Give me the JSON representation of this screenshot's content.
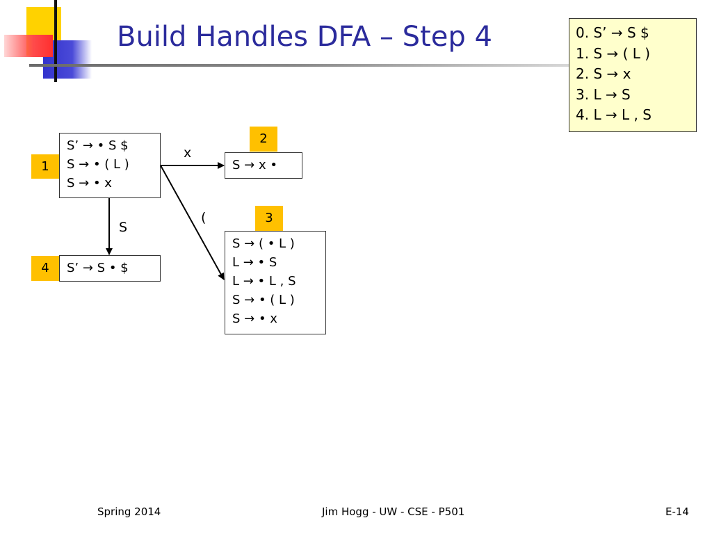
{
  "slide": {
    "title": "Build Handles DFA – Step 4"
  },
  "grammar": {
    "rules": [
      "0.  S’ → S $",
      "1.  S →  ( L )",
      "2.  S →  x",
      "3.  L →  S",
      "4.  L →  L , S"
    ]
  },
  "states": [
    {
      "id": "1",
      "items": [
        "S’ → • S $",
        "S  → • ( L )",
        "S  → • x"
      ]
    },
    {
      "id": "2",
      "items": [
        "S → x •"
      ]
    },
    {
      "id": "3",
      "items": [
        "S → ( • L )",
        "L → • S",
        "L → • L , S",
        "S → • ( L )",
        "S → • x"
      ]
    },
    {
      "id": "4",
      "items": [
        "S’ → S • $"
      ]
    }
  ],
  "edges": [
    {
      "from": "1",
      "to": "2",
      "label": "x"
    },
    {
      "from": "1",
      "to": "3",
      "label": "("
    },
    {
      "from": "1",
      "to": "4",
      "label": "S"
    }
  ],
  "footer": {
    "left": "Spring 2014",
    "center": "Jim Hogg - UW - CSE - P501",
    "right": "E-14"
  }
}
